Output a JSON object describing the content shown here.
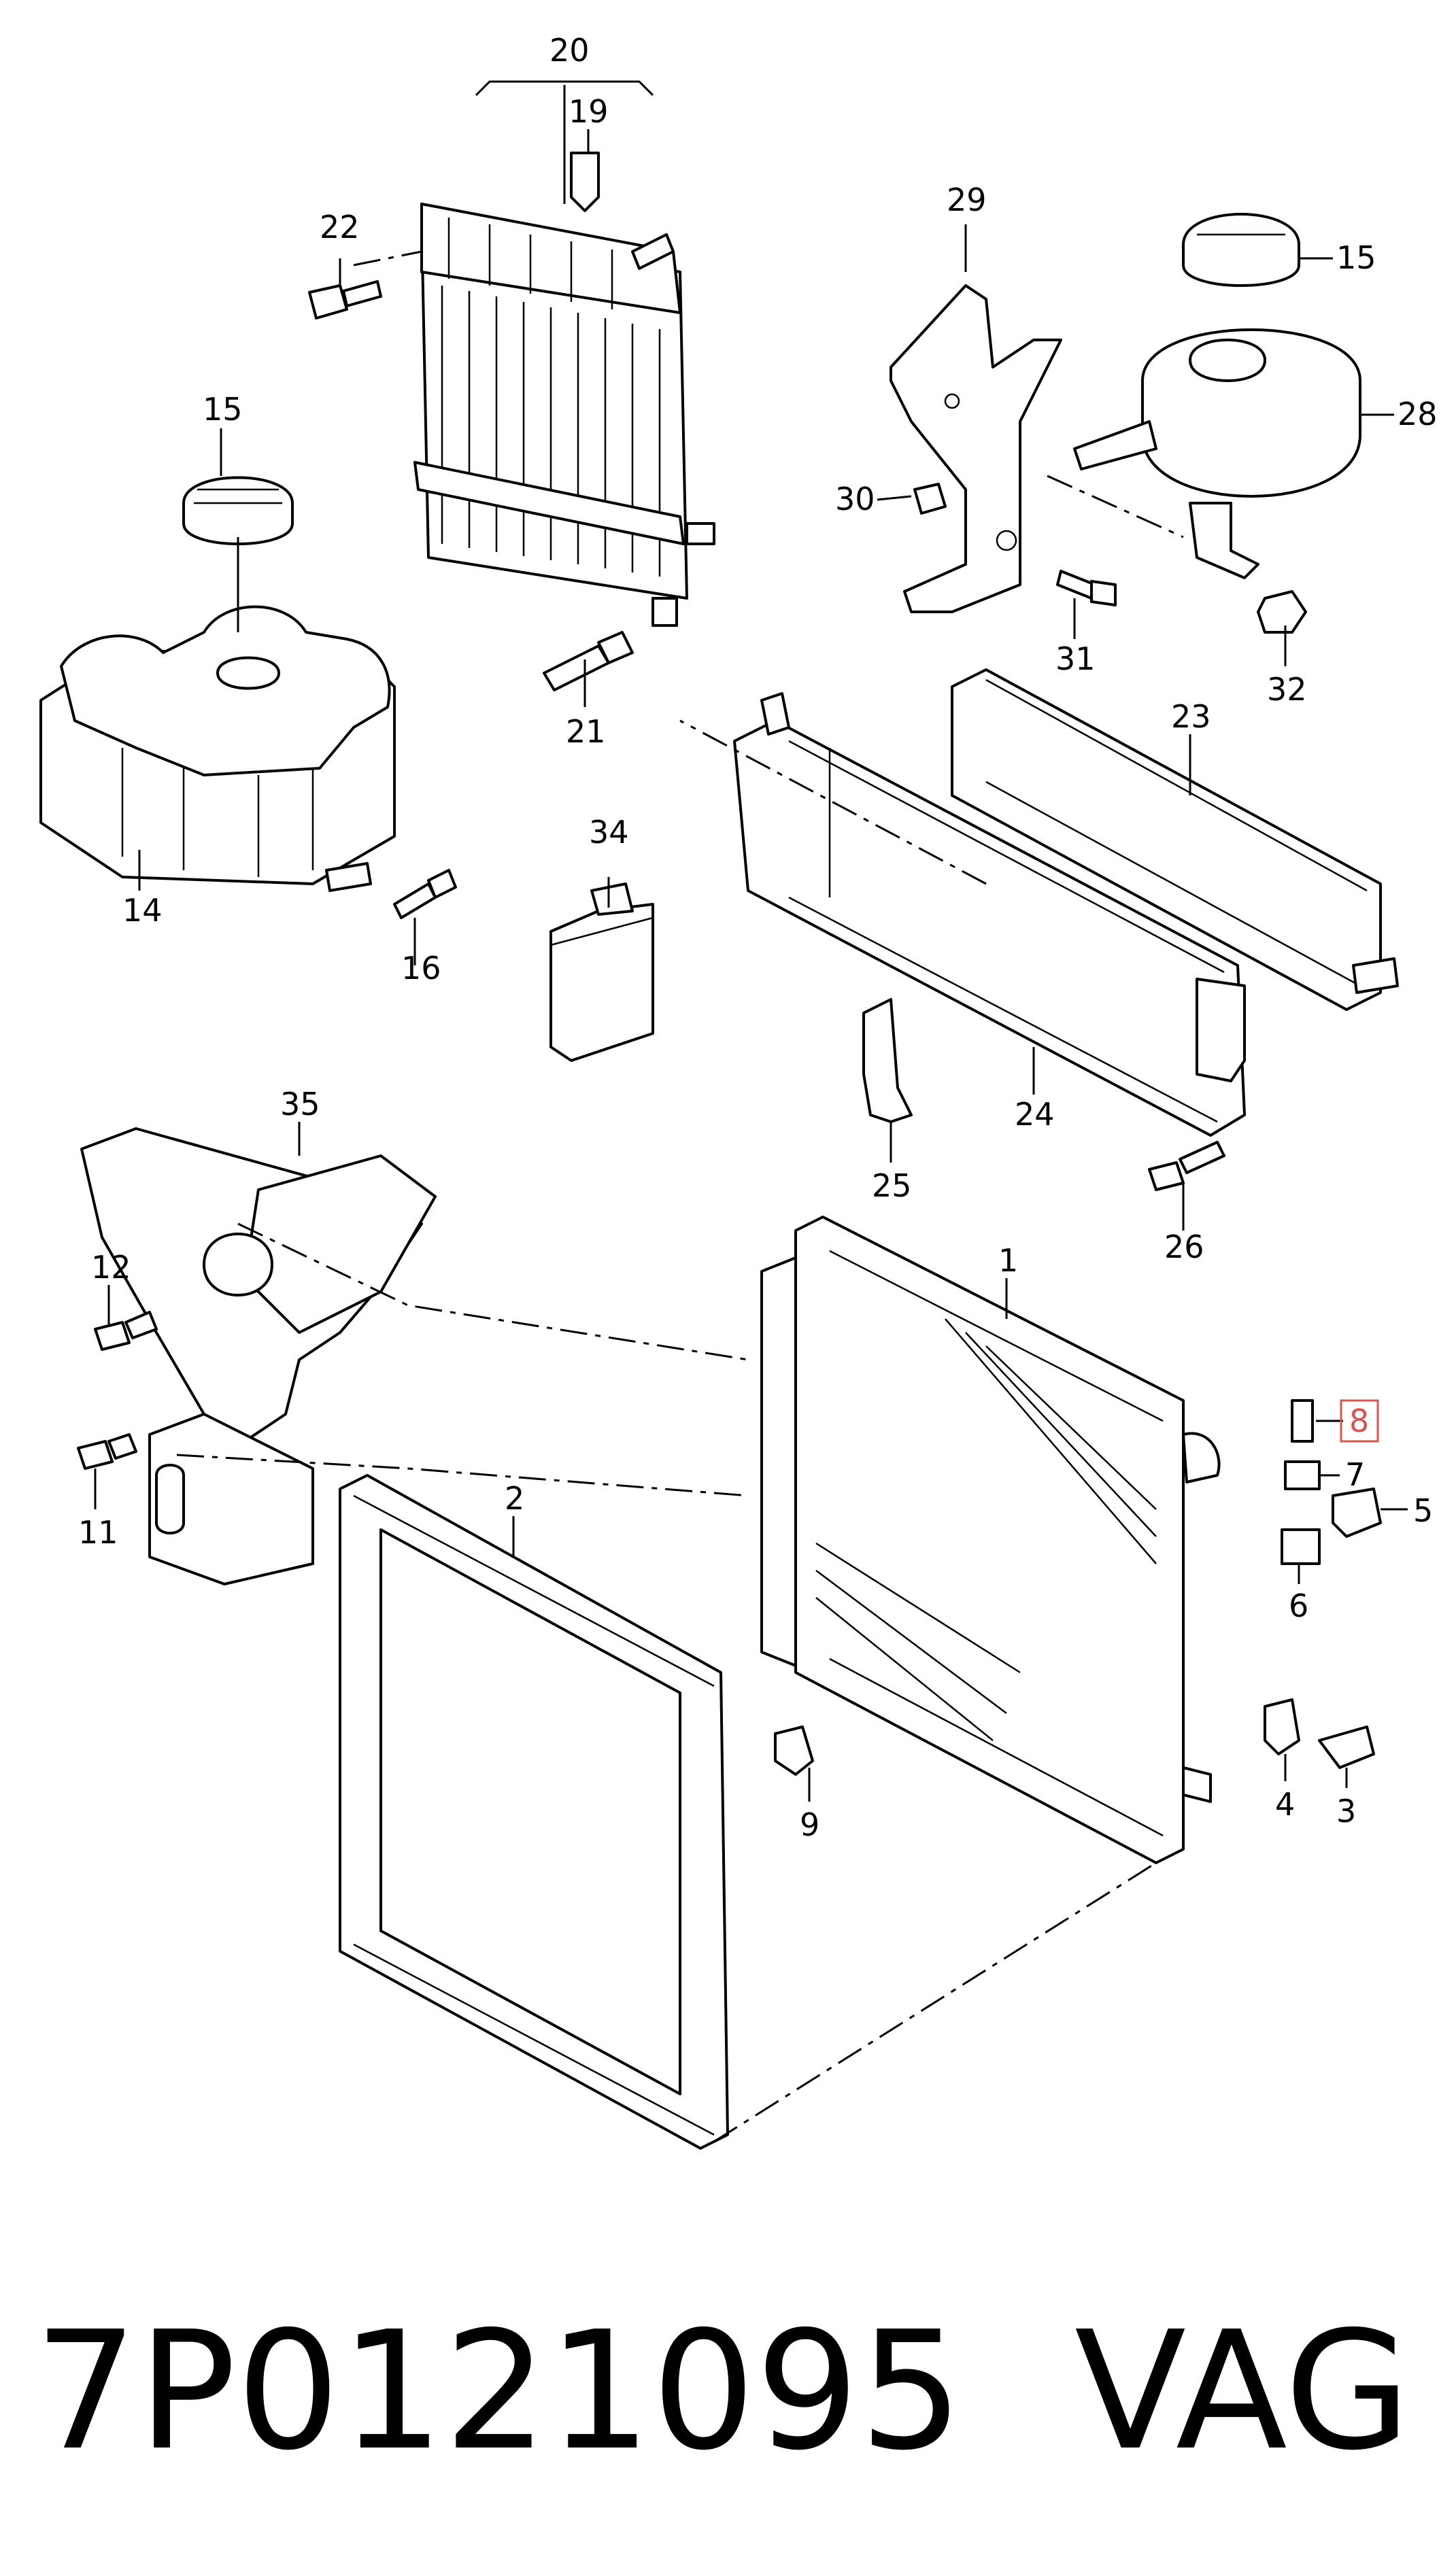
{
  "callouts": [
    {
      "id": "c1",
      "text": "1"
    },
    {
      "id": "c2",
      "text": "2"
    },
    {
      "id": "c3",
      "text": "3"
    },
    {
      "id": "c4",
      "text": "4"
    },
    {
      "id": "c5",
      "text": "5"
    },
    {
      "id": "c6",
      "text": "6"
    },
    {
      "id": "c7",
      "text": "7"
    },
    {
      "id": "c8",
      "text": "8"
    },
    {
      "id": "c9",
      "text": "9"
    },
    {
      "id": "c11",
      "text": "11"
    },
    {
      "id": "c12",
      "text": "12"
    },
    {
      "id": "c14",
      "text": "14"
    },
    {
      "id": "c15a",
      "text": "15"
    },
    {
      "id": "c15b",
      "text": "15"
    },
    {
      "id": "c16",
      "text": "16"
    },
    {
      "id": "c19",
      "text": "19"
    },
    {
      "id": "c20",
      "text": "20"
    },
    {
      "id": "c21",
      "text": "21"
    },
    {
      "id": "c22",
      "text": "22"
    },
    {
      "id": "c23",
      "text": "23"
    },
    {
      "id": "c24",
      "text": "24"
    },
    {
      "id": "c25",
      "text": "25"
    },
    {
      "id": "c26",
      "text": "26"
    },
    {
      "id": "c28",
      "text": "28"
    },
    {
      "id": "c29",
      "text": "29"
    },
    {
      "id": "c30",
      "text": "30"
    },
    {
      "id": "c31",
      "text": "31"
    },
    {
      "id": "c32",
      "text": "32"
    },
    {
      "id": "c34",
      "text": "34"
    },
    {
      "id": "c35",
      "text": "35"
    }
  ],
  "highlight": {
    "callout": "8",
    "color": "#d9534f"
  },
  "footer": {
    "part_number": "7P0121095",
    "brand": "VAG"
  }
}
